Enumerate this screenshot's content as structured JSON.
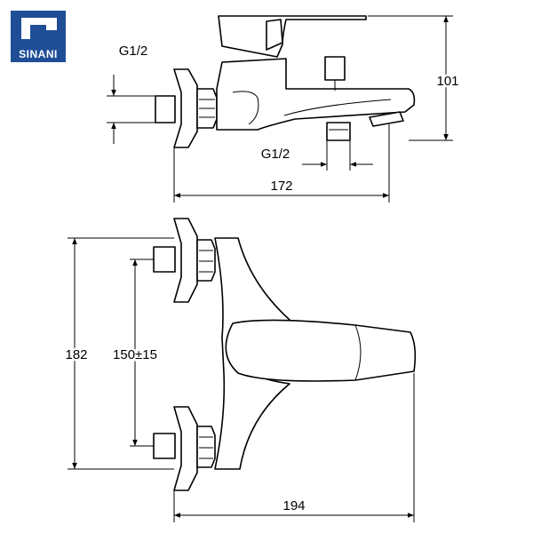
{
  "brand": {
    "name": "SINANI",
    "color": "#1f4e96"
  },
  "side_view": {
    "inlet_thread": "G1/2",
    "outlet_thread": "G1/2",
    "height": "101",
    "length": "172"
  },
  "top_view": {
    "overall_width": "182",
    "inlet_spacing": "150±15",
    "depth": "194"
  }
}
